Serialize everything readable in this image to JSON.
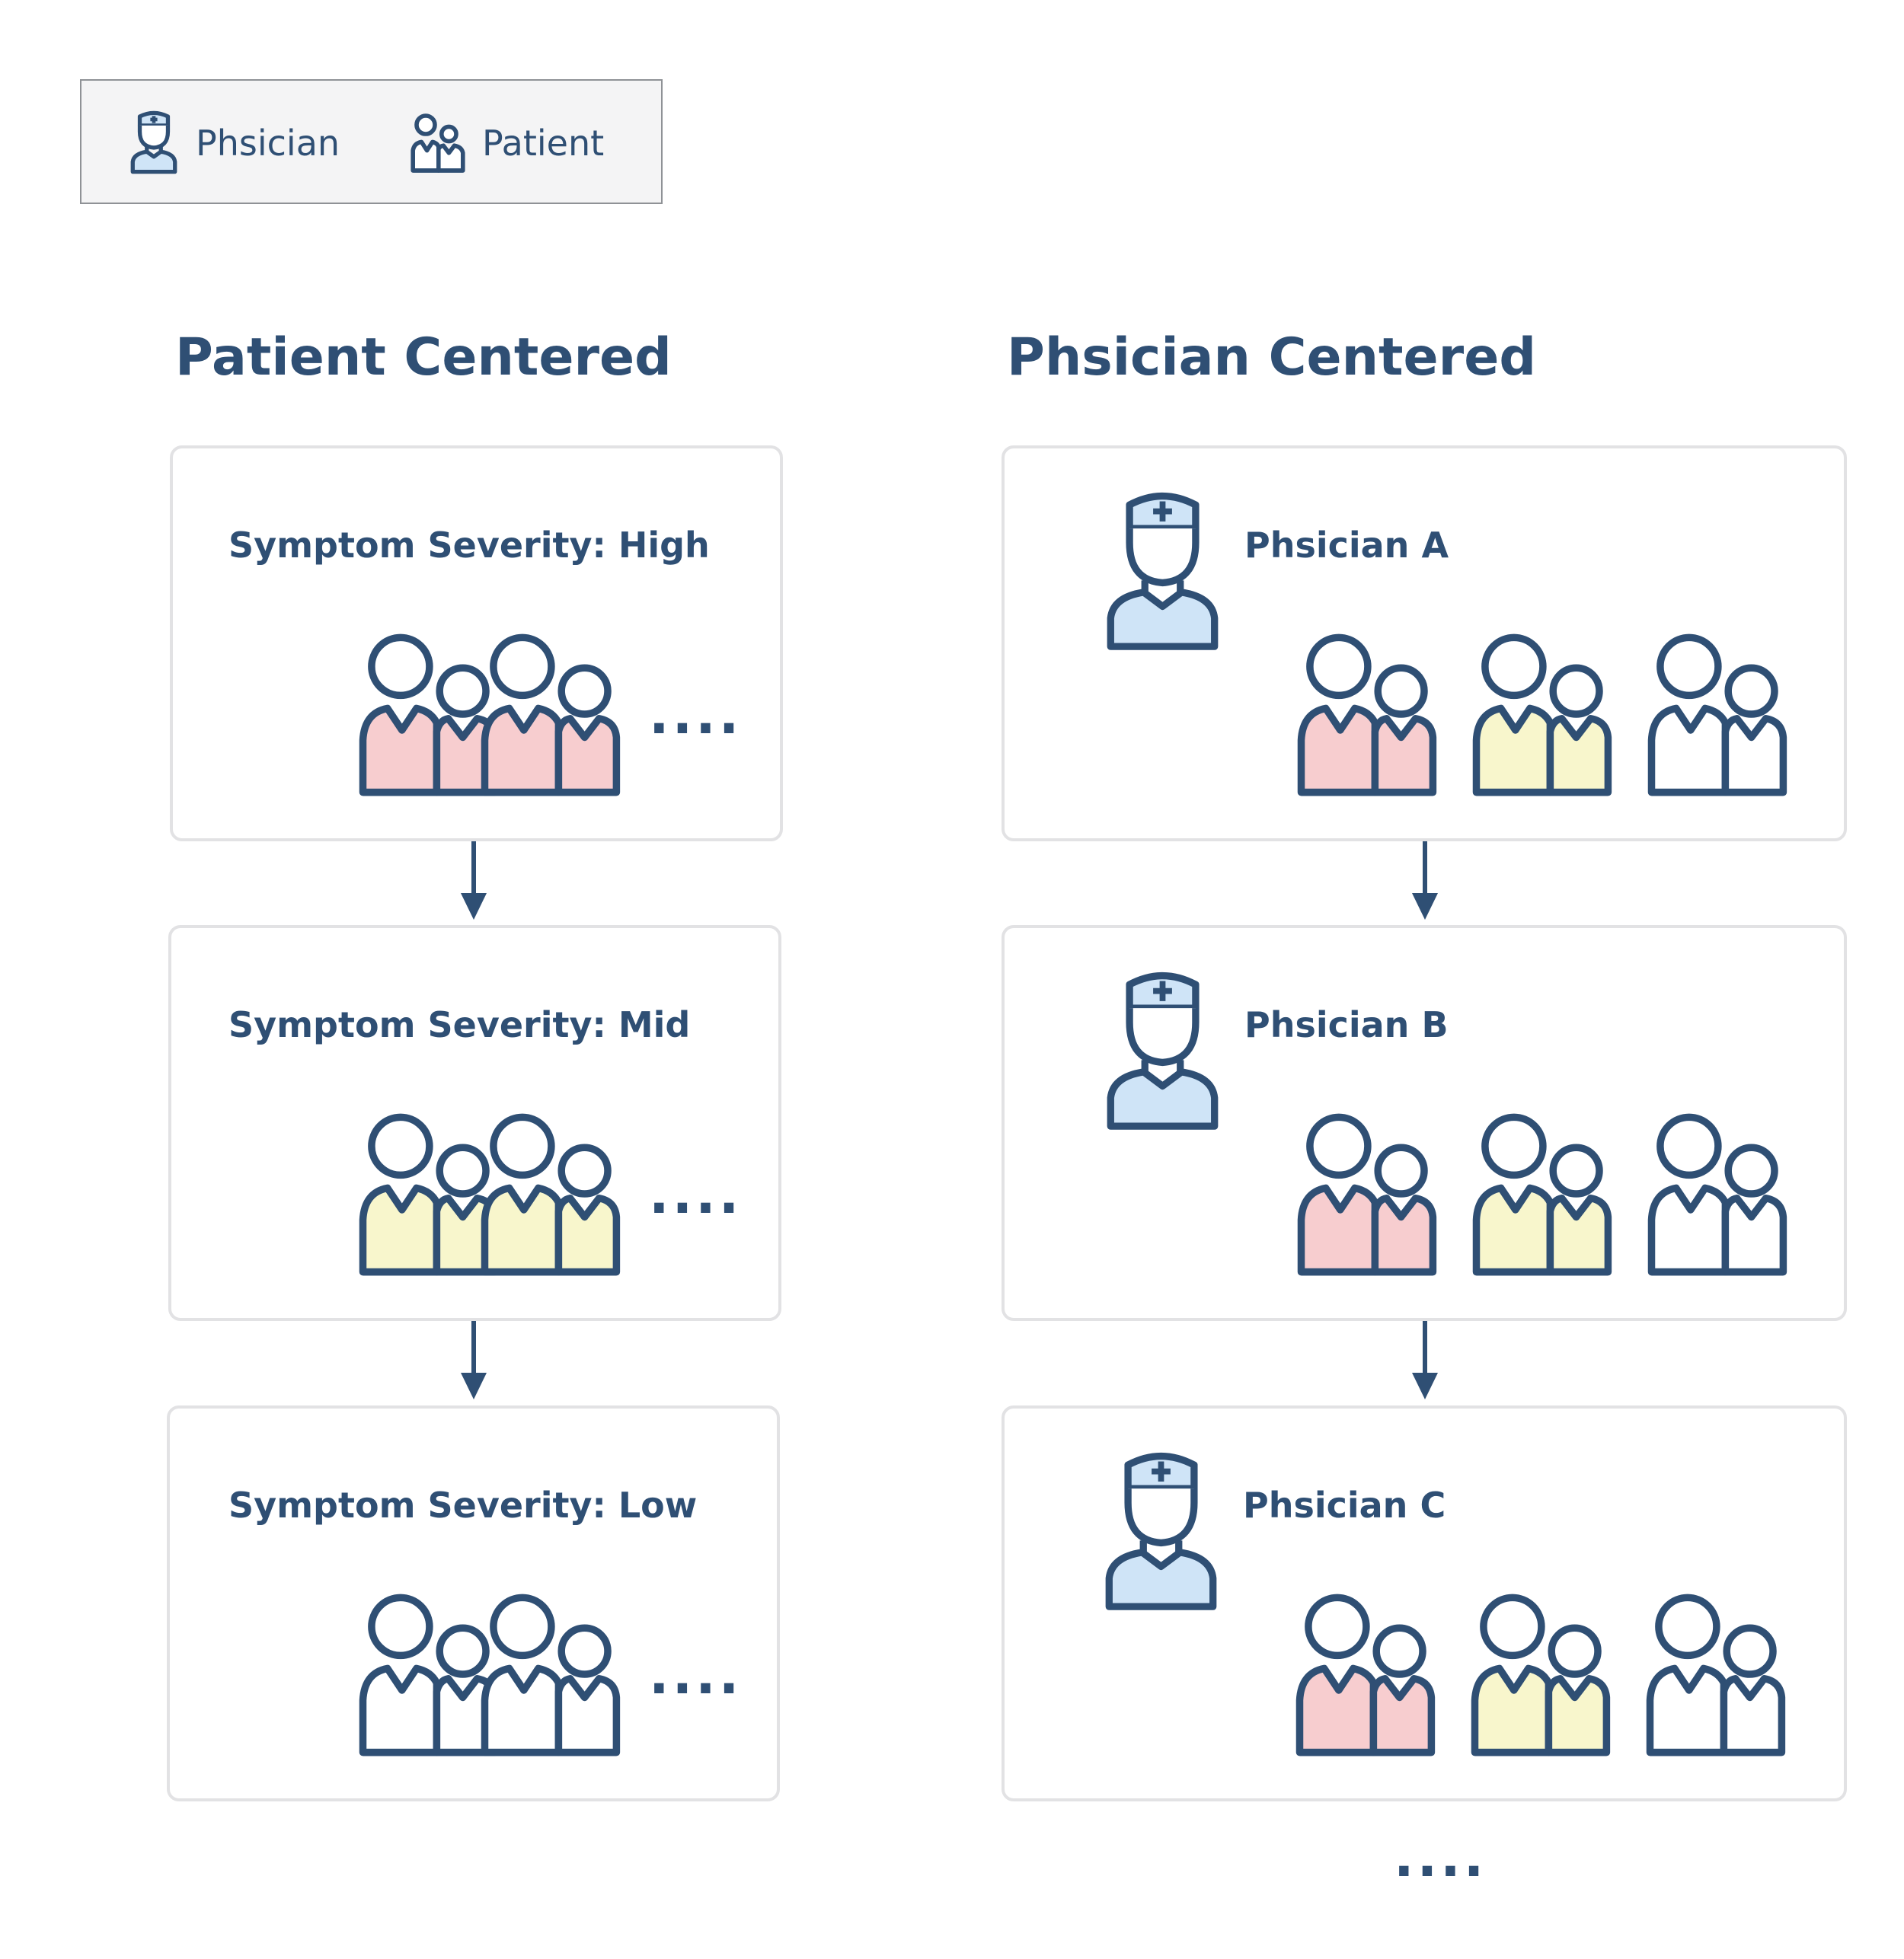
{
  "colors": {
    "stroke": "#2f4f74",
    "physician_fill": "#cfe4f7",
    "high": "#f7cdcf",
    "mid": "#f8f6cc",
    "low": "#ffffff"
  },
  "legend": {
    "physician": {
      "icon": "physician-icon",
      "label": "Phsician"
    },
    "patient": {
      "icon": "patient-pair-icon",
      "label": "Patient"
    }
  },
  "patient_centered": {
    "title": "Patient Centered",
    "cards": [
      {
        "label": "Symptom Severity: High",
        "severity": "high",
        "more": "...."
      },
      {
        "label": "Symptom Severity: Mid",
        "severity": "mid",
        "more": "...."
      },
      {
        "label": "Symptom Severity: Low",
        "severity": "low",
        "more": "...."
      }
    ]
  },
  "physician_centered": {
    "title": "Phsician Centered",
    "cards": [
      {
        "label": "Phsician A",
        "patients": [
          "high",
          "mid",
          "low"
        ]
      },
      {
        "label": "Phsician B",
        "patients": [
          "high",
          "mid",
          "low"
        ]
      },
      {
        "label": "Phsician C",
        "patients": [
          "high",
          "mid",
          "low"
        ]
      }
    ],
    "more": "...."
  }
}
